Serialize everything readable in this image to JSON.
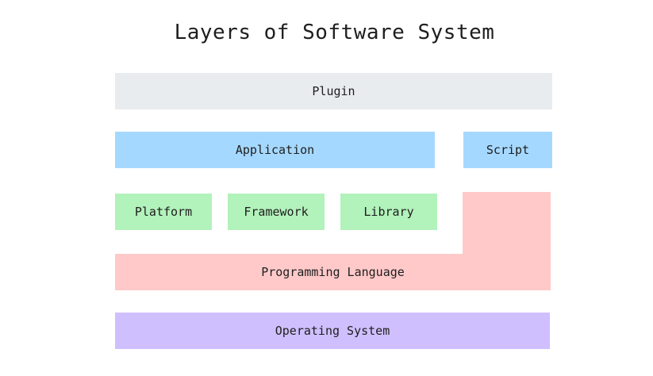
{
  "title": "Layers of Software System",
  "colors": {
    "plugin": "#e9ecef",
    "application_layer": "#a5d8ff",
    "libraries_layer": "#b2f2bb",
    "language_layer": "#ffc9c9",
    "os_layer": "#d0bfff"
  },
  "layers": {
    "plugin": "Plugin",
    "application": "Application",
    "script": "Script",
    "platform": "Platform",
    "framework": "Framework",
    "library": "Library",
    "programming_language": "Programming Language",
    "operating_system": "Operating System"
  }
}
